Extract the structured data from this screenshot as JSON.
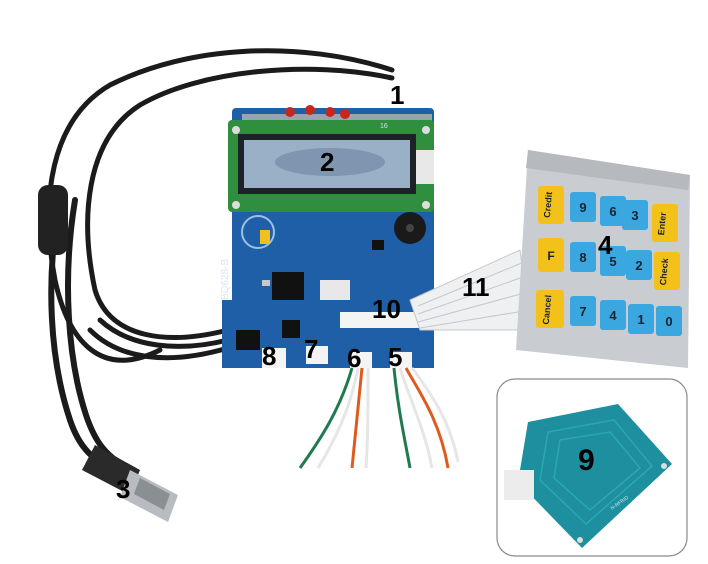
{
  "callouts": {
    "c1": "1",
    "c2": "2",
    "c3": "3",
    "c4": "4",
    "c5": "5",
    "c6": "6",
    "c7": "7",
    "c8": "8",
    "c9": "9",
    "c10": "10",
    "c11": "11"
  },
  "board": {
    "model": "BQ628-B",
    "lcd_marker": "16"
  },
  "keypad": {
    "credit": "Credit",
    "k9": "9",
    "k6": "6",
    "k3": "3",
    "enter": "Enter",
    "f": "F",
    "k8": "8",
    "k5": "5",
    "k2": "2",
    "check": "Check",
    "cancel": "Cancel",
    "k7": "7",
    "k4": "4",
    "k1": "1",
    "k0": "0"
  },
  "rfid_label": "N-RFRID",
  "colors": {
    "pcb": "#1f5fa8",
    "lcd_frame": "#2f8f3e",
    "lcd_screen": "#9ab0c6",
    "keypad_yellow": "#f2c21b",
    "keypad_blue": "#3aa7e0",
    "keypad_base": "#c9ccd0",
    "rfid": "#1d8f9e",
    "cable": "#1b1b1b"
  }
}
